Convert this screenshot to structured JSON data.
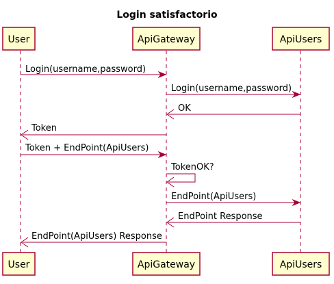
{
  "title": "Login satisfactorio",
  "participants": [
    {
      "id": "user",
      "label": "User"
    },
    {
      "id": "gateway",
      "label": "ApiGateway"
    },
    {
      "id": "apiusers",
      "label": "ApiUsers"
    }
  ],
  "messages": [
    {
      "from": "user",
      "to": "gateway",
      "text": "Login(username,password)"
    },
    {
      "from": "gateway",
      "to": "apiusers",
      "text": "Login(username,password)"
    },
    {
      "from": "apiusers",
      "to": "gateway",
      "text": "OK"
    },
    {
      "from": "gateway",
      "to": "user",
      "text": "Token"
    },
    {
      "from": "user",
      "to": "gateway",
      "text": "Token + EndPoint(ApiUsers)"
    },
    {
      "from": "gateway",
      "to": "gateway",
      "text": "TokenOK?"
    },
    {
      "from": "gateway",
      "to": "apiusers",
      "text": "EndPoint(ApiUsers)"
    },
    {
      "from": "apiusers",
      "to": "gateway",
      "text": "EndPoint Response"
    },
    {
      "from": "gateway",
      "to": "user",
      "text": "EndPoint(ApiUsers) Response"
    }
  ],
  "colors": {
    "line": "#a80036",
    "box_fill": "#fefece",
    "background": "#ffffff"
  }
}
